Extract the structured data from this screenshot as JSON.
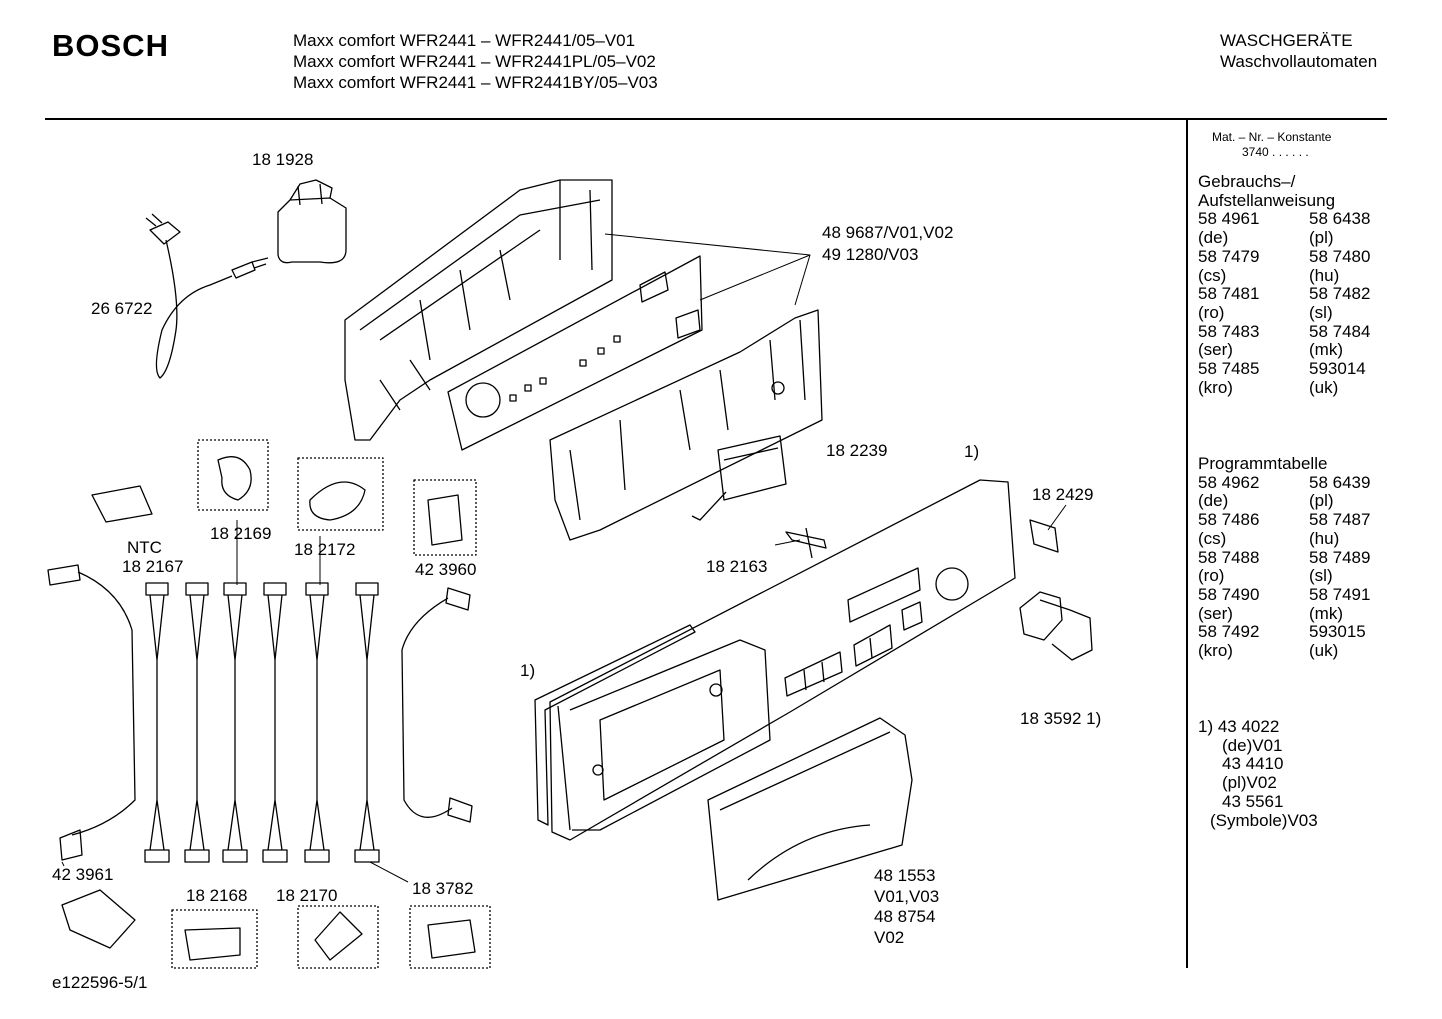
{
  "header": {
    "brand": "BOSCH",
    "models": [
      "Maxx comfort WFR2441 – WFR2441/05–V01",
      "Maxx comfort WFR2441 – WFR2441PL/05–V02",
      "Maxx comfort WFR2441 – WFR2441BY/05–V03"
    ],
    "category": [
      "WASCHGERÄTE",
      "Waschvollautomaten"
    ]
  },
  "parts": {
    "p181928": "18 1928",
    "p266722": "26 6722",
    "p489687": "48 9687/V01,V02",
    "p491280": "49 1280/V03",
    "p182239": "18 2239",
    "fn_top": "1)",
    "p182429": "18 2429",
    "ntc": "NTC",
    "p182167": "18 2167",
    "p182169": "18 2169",
    "p182172": "18 2172",
    "p423960": "42 3960",
    "p182163": "18 2163",
    "fn_left": "1)",
    "p183592": "18 3592 1)",
    "p423961": "42 3961",
    "p182168": "18 2168",
    "p182170": "18 2170",
    "p183782": "18 3782",
    "p481553": "48 1553",
    "v0103": "V01,V03",
    "p488754": "48 8754",
    "v02": "V02",
    "drawing_id": "e122596-5/1"
  },
  "sidebar": {
    "mat_nr_label": "Mat. – Nr. – Konstante",
    "mat_nr_value": "3740  .  .  .  .  .  .",
    "manual_title_1": "Gebrauchs–/",
    "manual_title_2": "Aufstellanweisung",
    "manual": [
      "58 4961",
      "58 6438",
      "(de)",
      "(pl)",
      "58 7479",
      "58 7480",
      "(cs)",
      "(hu)",
      "58 7481",
      "58 7482",
      "(ro)",
      "(sl)",
      "58 7483",
      "58 7484",
      "(ser)",
      "(mk)",
      "58 7485",
      "593014",
      "(kro)",
      "(uk)"
    ],
    "program_title": "Programmtabelle",
    "program": [
      "58 4962",
      "58 6439",
      "(de)",
      "(pl)",
      "58 7486",
      "58 7487",
      "(cs)",
      "(hu)",
      "58 7488",
      "58 7489",
      "(ro)",
      "(sl)",
      "58 7490",
      "58 7491",
      "(ser)",
      "(mk)",
      "58 7492",
      "593015",
      "(kro)",
      "(uk)"
    ],
    "footnote": [
      "1)  43 4022",
      "(de)V01",
      "43 4410",
      "(pl)V02",
      "43 5561",
      "(Symbole)V03"
    ]
  }
}
